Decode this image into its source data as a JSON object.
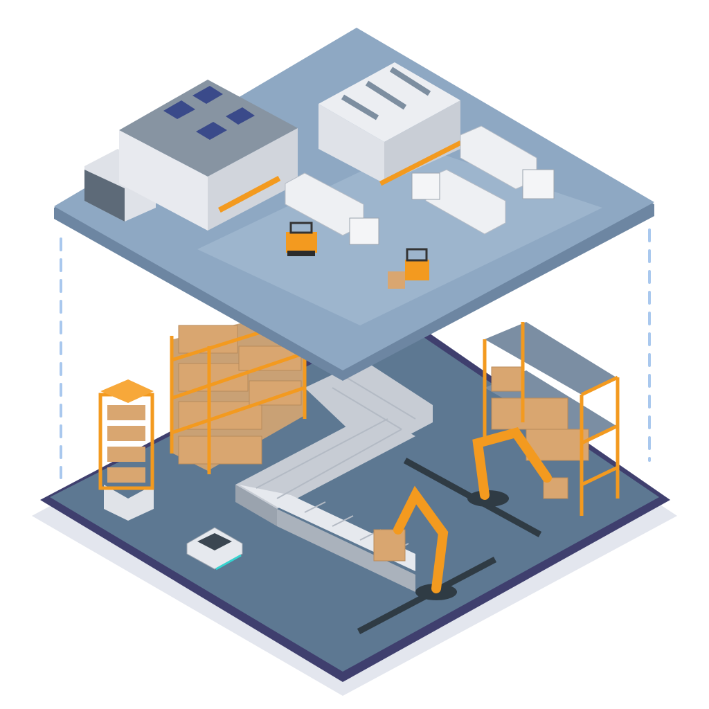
{
  "scene": {
    "subject": "isometric-warehouse-logistics-illustration",
    "upper_level": [
      "factory-building",
      "warehouse-building",
      "trucks",
      "forklifts",
      "loading-docks"
    ],
    "lower_level": [
      "pallet-racks",
      "roller-conveyor",
      "robotic-arms",
      "mobile-robots",
      "floor-tracks"
    ]
  },
  "colors": {
    "background": "#ffffff",
    "upper_platform": "#8ea8c3",
    "upper_platform_edge": "#6d86a2",
    "upper_yard": "#9db5cd",
    "lower_floor": "#5d7892",
    "lower_border": "#3f3f6e",
    "lower_base": "#e3e6ee",
    "accent_orange": "#f39a1f",
    "box": "#d9a670",
    "dash_line": "#a9c8ee",
    "building": "#dfe2e8",
    "track": "#2f3b44"
  }
}
